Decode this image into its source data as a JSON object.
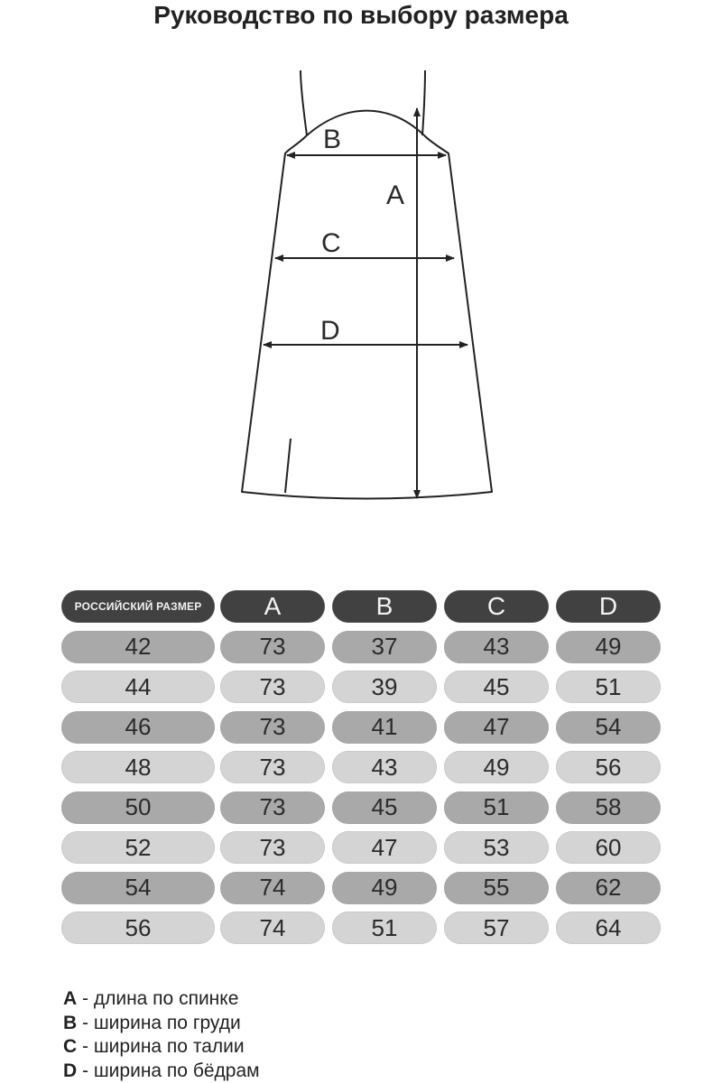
{
  "title": "Руководство по выбору размера",
  "diagram_labels": {
    "a": "A",
    "b": "B",
    "c": "C",
    "d": "D"
  },
  "table": {
    "headers": [
      "РОССИЙСКИЙ РАЗМЕР",
      "A",
      "B",
      "C",
      "D"
    ],
    "rows": [
      [
        "42",
        "73",
        "37",
        "43",
        "49"
      ],
      [
        "44",
        "73",
        "39",
        "45",
        "51"
      ],
      [
        "46",
        "73",
        "41",
        "47",
        "54"
      ],
      [
        "48",
        "73",
        "43",
        "49",
        "56"
      ],
      [
        "50",
        "73",
        "45",
        "51",
        "58"
      ],
      [
        "52",
        "73",
        "47",
        "53",
        "60"
      ],
      [
        "54",
        "74",
        "49",
        "55",
        "62"
      ],
      [
        "56",
        "74",
        "51",
        "57",
        "64"
      ]
    ]
  },
  "legend": [
    {
      "key": "A",
      "text": " - длина по спинке"
    },
    {
      "key": "B",
      "text": " - ширина по груди"
    },
    {
      "key": "C",
      "text": " - ширина по талии"
    },
    {
      "key": "D",
      "text": " - ширина по бёдрам"
    }
  ],
  "colors": {
    "header": "#414141",
    "row_dark": "#a9a9a9",
    "row_light": "#d4d4d4"
  }
}
